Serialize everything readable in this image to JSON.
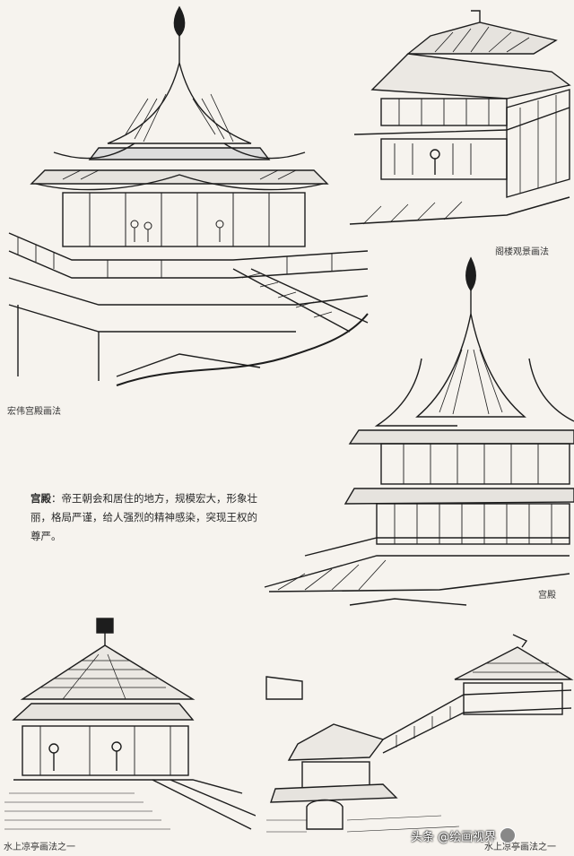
{
  "captions": {
    "palace_grand": "宏伟宫殿画法",
    "pavilion_view": "阁楼观景画法",
    "palace": "宫殿",
    "water_pavilion_1": "水上凉亭画法之一",
    "water_pavilion_2": "水上凉亭画法之一"
  },
  "description": {
    "term": "宫殿",
    "text": "：帝王朝会和居住的地方，规模宏大，形象壮丽，格局严谨，给人强烈的精神感染，突现王权的尊严。"
  },
  "watermark": {
    "text": "头条 @绘画视界"
  },
  "colors": {
    "paper": "#f6f3ee",
    "ink": "#1d1d1d"
  }
}
